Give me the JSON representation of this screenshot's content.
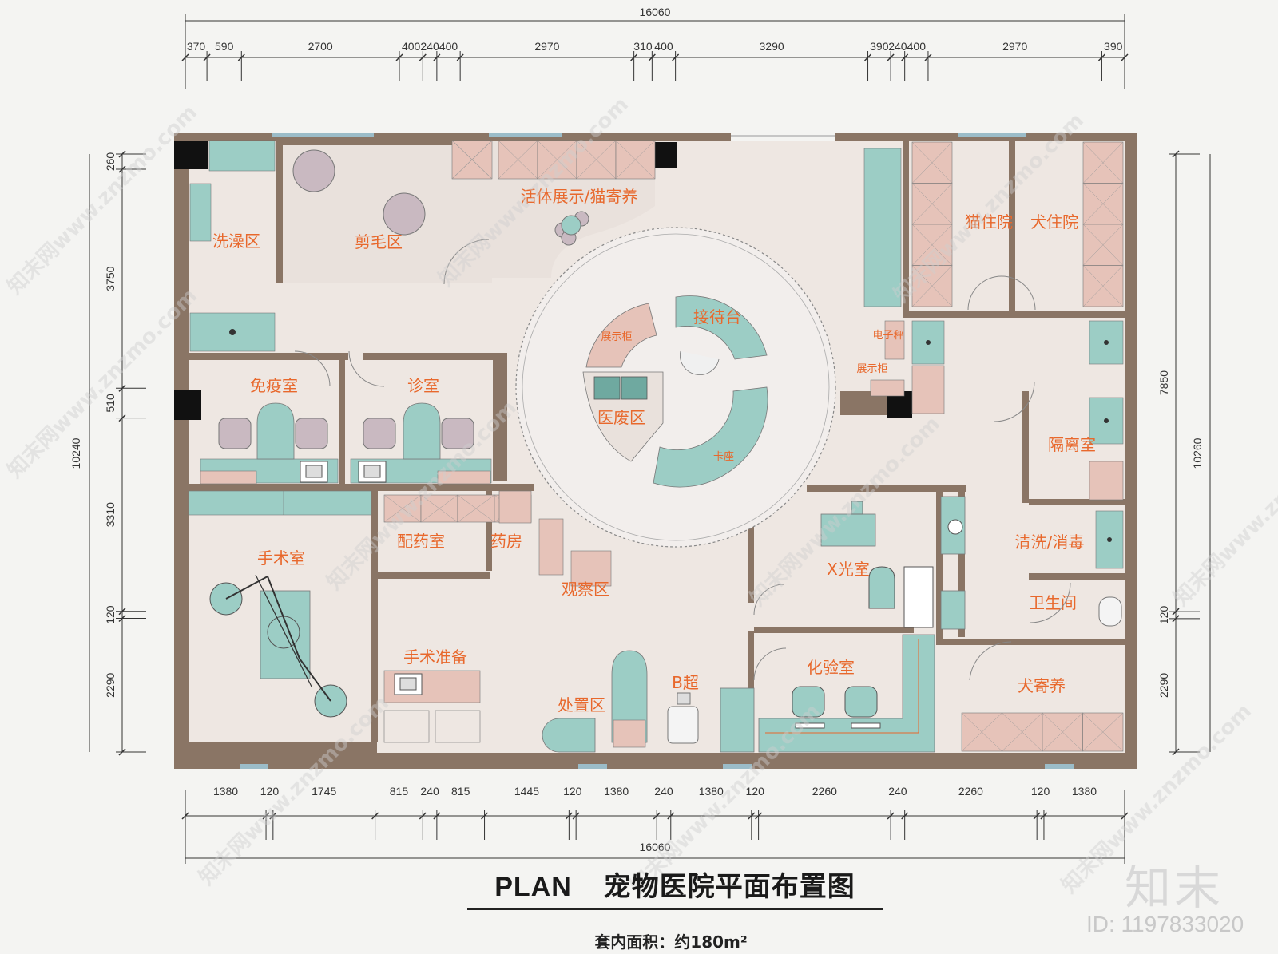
{
  "drawing": {
    "title_prefix": "PLAN",
    "title": "宠物医院平面布置图",
    "area_note": "套内面积：约180m²"
  },
  "watermark": {
    "logo": "知末",
    "id": "ID: 1197833020"
  },
  "dimensions": {
    "top_total": "16060",
    "top_segments": [
      "370",
      "590",
      "2700",
      "400",
      "240",
      "400",
      "2970",
      "310",
      "400",
      "3290",
      "390",
      "240",
      "400",
      "2970",
      "390"
    ],
    "bottom_total": "16060",
    "bottom_segments": [
      "1380",
      "120",
      "1745",
      "815",
      "240",
      "815",
      "1445",
      "120",
      "1380",
      "240",
      "1380",
      "120",
      "2260",
      "240",
      "2260",
      "120",
      "1380"
    ],
    "left_total": "10240",
    "left_segments": [
      "260",
      "3750",
      "510",
      "3310",
      "120",
      "2290"
    ],
    "right_total": "10260",
    "right_segments": [
      "7850",
      "120",
      "2290"
    ]
  },
  "rooms": {
    "bath": "洗澡区",
    "grooming": "剪毛区",
    "display": "活体展示/猫寄养",
    "reception": "接待台",
    "display_cabinet": "展示柜",
    "medical_waste": "医废区",
    "booth": "卡座",
    "cat_ward": "猫住院",
    "dog_ward": "犬住院",
    "scale": "电子秤",
    "display_cabinet2": "展示柜",
    "vaccine": "免疫室",
    "consult": "诊室",
    "isolation": "隔离室",
    "surgery": "手术室",
    "dispensing": "配药室",
    "pharmacy": "药房",
    "observation": "观察区",
    "xray": "X光室",
    "wash": "清洗/消毒",
    "toilet": "卫生间",
    "prep": "手术准备",
    "treatment": "处置区",
    "ultrasound": "B超",
    "lab": "化验室",
    "dog_boarding": "犬寄养"
  },
  "colors": {
    "wall": "#8a7565",
    "floor": "#eee7e2",
    "floor_alt": "#e9e1dc",
    "teal": "#9ccdc5",
    "pink": "#e6c3b9",
    "column": "#111111",
    "window": "#9bbcc8",
    "label": "#e8682c"
  }
}
